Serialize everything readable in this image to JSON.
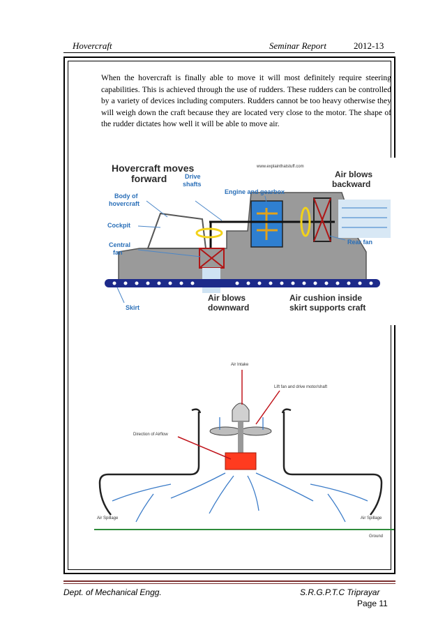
{
  "header": {
    "title": "Hovercraft",
    "center": "Seminar Report",
    "year": "2012-13"
  },
  "body": {
    "paragraph": "When the hovercraft is finally able to move it will most definitely require steering capabilities. This is achieved through the use of rudders. These rudders can be controlled by a variety of devices including computers. Rudders cannot be too heavy otherwise they will weigh down the craft because they are located very close to the motor. The shape of the rudder dictates how well it will be able to move air."
  },
  "figure1": {
    "title_line1": "Hovercraft moves",
    "title_line2": "forward",
    "watermark": "www.explainthatstuff.com",
    "body_line1": "Body of",
    "body_line2": "hovercraft",
    "drive_line1": "Drive",
    "drive_line2": "shafts",
    "engine": "Engine and gearbox",
    "air_back_line1": "Air blows",
    "air_back_line2": "backward",
    "cockpit": "Cockpit",
    "central_line1": "Central",
    "central_line2": "fan",
    "rear_fan": "Rear fan",
    "skirt": "Skirt",
    "air_down_line1": "Air blows",
    "air_down_line2": "downward",
    "cushion_line1": "Air cushion inside",
    "cushion_line2": "skirt supports craft"
  },
  "figure2": {
    "air_intake": "Air Intake",
    "lift_fan": "Lift fan and drive motor/shaft",
    "direction": "Direction of Airflow",
    "spill_left": "Air Spillage",
    "spill_right": "Air Spillage",
    "ground": "Ground"
  },
  "footer": {
    "dept": "Dept. of Mechanical Engg.",
    "college": "S.R.G.P.T.C Triprayar",
    "page": "Page 11"
  }
}
